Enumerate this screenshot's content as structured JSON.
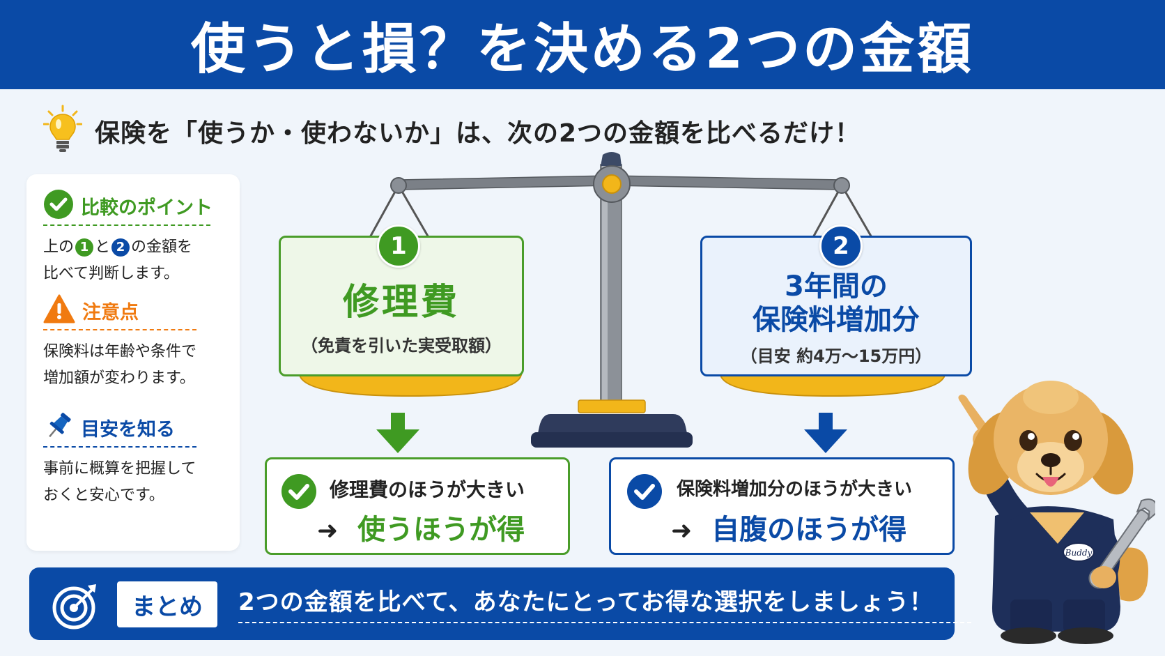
{
  "header": {
    "title": "使うと損？を決める2つの金額"
  },
  "intro": {
    "text": "保険を「使うか・使わないか」は、次の2つの金額を比べるだけ！"
  },
  "sidebar": {
    "point": {
      "title": "比較のポイント",
      "pre": "上の",
      "and": "と",
      "post": "の金額を",
      "line2": "比べて判断します。",
      "b1": "1",
      "b2": "2"
    },
    "caution": {
      "title": "注意点",
      "body": "保険料は年齢や条件で\n増加額が変わります。"
    },
    "guide": {
      "title": "目安を知る",
      "body": "事前に概算を把握して\nおくと安心です。"
    }
  },
  "cards": {
    "left": {
      "badge": "1",
      "title": "修理費",
      "sub": "（免責を引いた実受取額）"
    },
    "right": {
      "badge": "2",
      "title_line1": "3年間の",
      "title_line2": "保険料増加分",
      "sub": "（目安 約4万～15万円）"
    }
  },
  "results": {
    "left": {
      "cond": "修理費のほうが大きい",
      "arrow": "➜",
      "outcome": "使うほうが得"
    },
    "right": {
      "cond": "保険料増加分のほうが大きい",
      "arrow": "➜",
      "outcome": "自腹のほうが得"
    }
  },
  "summary": {
    "label": "まとめ",
    "message": "2つの金額を比べて、あなたにとってお得な選択をしましょう！"
  },
  "mascot": {
    "patch": "Buddy"
  },
  "colors": {
    "blue": "#0a4aa6",
    "green": "#3f9a22",
    "orange": "#f07a10",
    "gold": "#f2b61a"
  },
  "icons": [
    "lightbulb-icon",
    "check-circle-icon",
    "warning-icon",
    "pushpin-icon",
    "arrow-down-icon",
    "target-icon"
  ]
}
